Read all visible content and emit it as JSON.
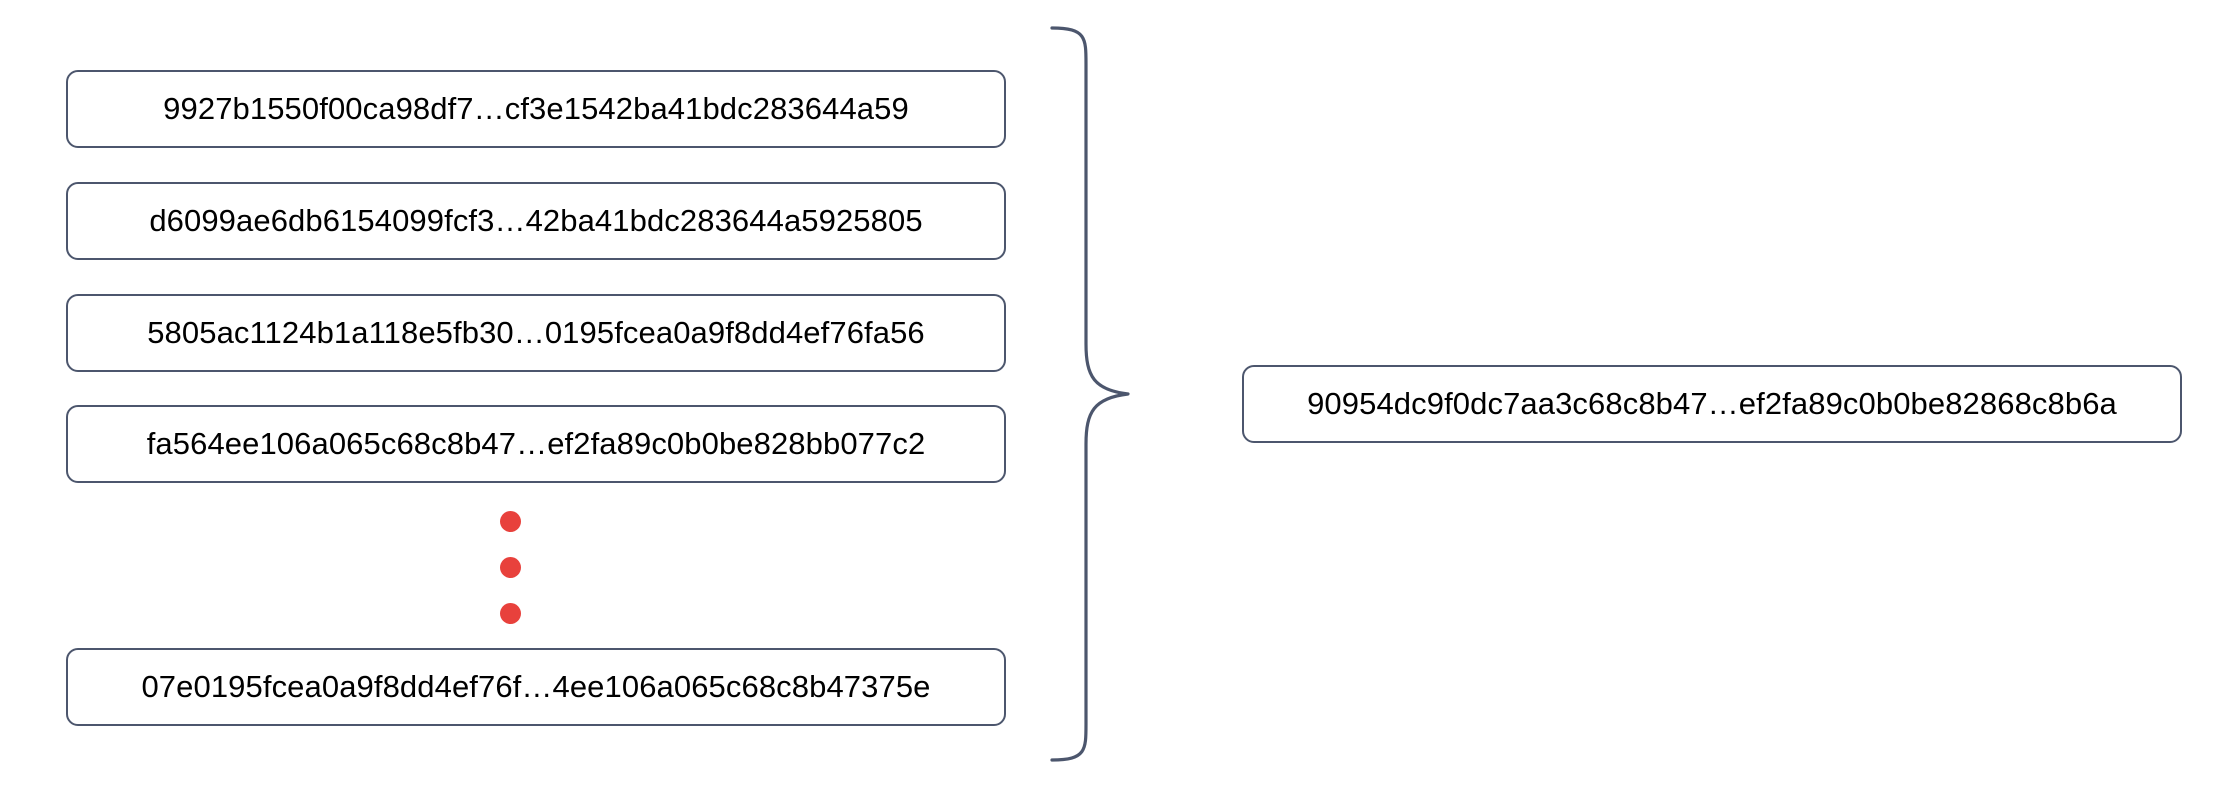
{
  "diagram": {
    "type": "aggregation-brace",
    "title": "",
    "colors": {
      "box_border": "#4c566d",
      "box_fill": "#ffffff",
      "text": "#000000",
      "dot": "#e8413c",
      "brace": "#4c566d",
      "background": "#ffffff"
    },
    "inputs": {
      "label": "input-hash-list",
      "items": [
        {
          "id": "hash-1",
          "text": "9927b1550f00ca98df7…cf3e1542ba41bdc283644a59"
        },
        {
          "id": "hash-2",
          "text": "d6099ae6db6154099fcf3…42ba41bdc283644a5925805"
        },
        {
          "id": "hash-3",
          "text": "5805ac1124b1a118e5fb30…0195fcea0a9f8dd4ef76fa56"
        },
        {
          "id": "hash-4",
          "text": "fa564ee106a065c68c8b47…ef2fa89c0b0be828bb077c2"
        },
        {
          "id": "hash-5",
          "text": "07e0195fcea0a9f8dd4ef76f…4ee106a065c68c8b47375e"
        }
      ],
      "continuation": {
        "name": "vertical-ellipsis",
        "symbol": "…",
        "dot_count": 3
      }
    },
    "output": {
      "label": "aggregated-hash",
      "text": "90954dc9f0dc7aa3c68c8b47…ef2fa89c0b0be82868c8b6a"
    },
    "connector": {
      "name": "curly-brace",
      "direction": "right",
      "description": "groups all input hashes into the single output hash"
    }
  }
}
